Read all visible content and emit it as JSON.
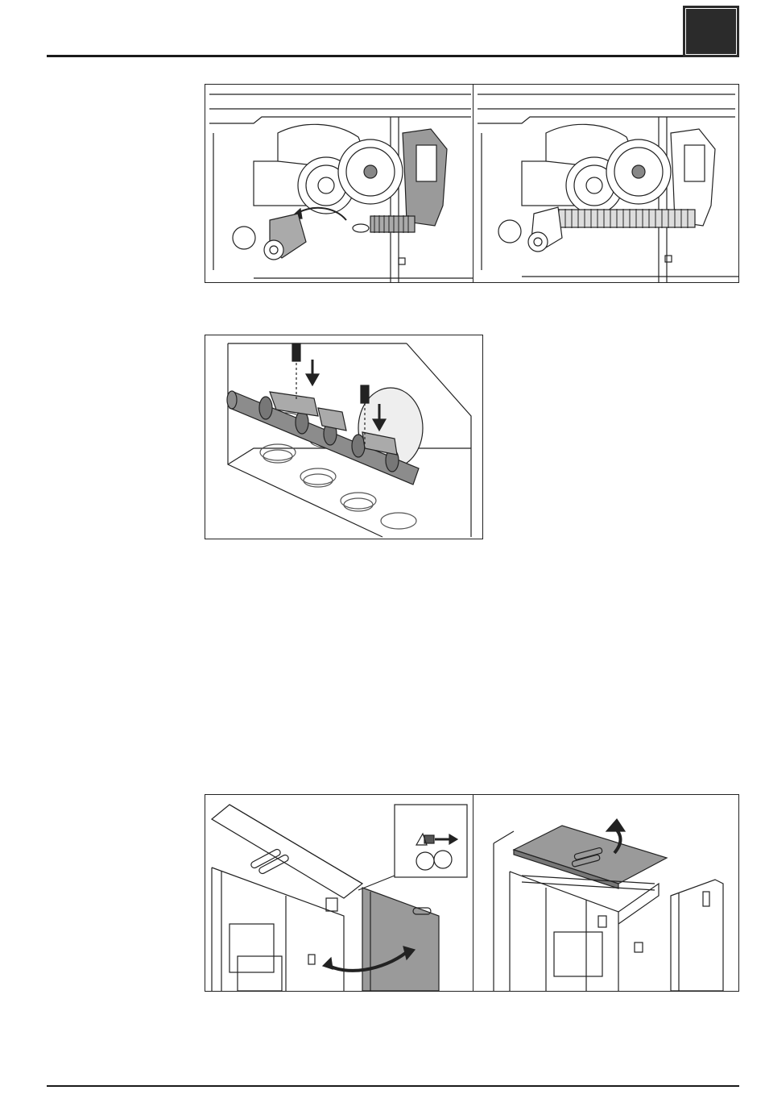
{
  "page": {
    "chapter_tab_color": "#2b2b2b",
    "rule_color": "#1a1a1a"
  },
  "figures": [
    {
      "name": "spring-mount-illustration-pair",
      "panels": [
        "spring-detached",
        "spring-attached"
      ]
    },
    {
      "name": "auger-pin-insertion-illustration",
      "panels": [
        "auger-pins"
      ]
    },
    {
      "name": "door-and-lid-removal-illustration-pair",
      "panels": [
        "door-opening",
        "lid-lifting"
      ]
    }
  ]
}
